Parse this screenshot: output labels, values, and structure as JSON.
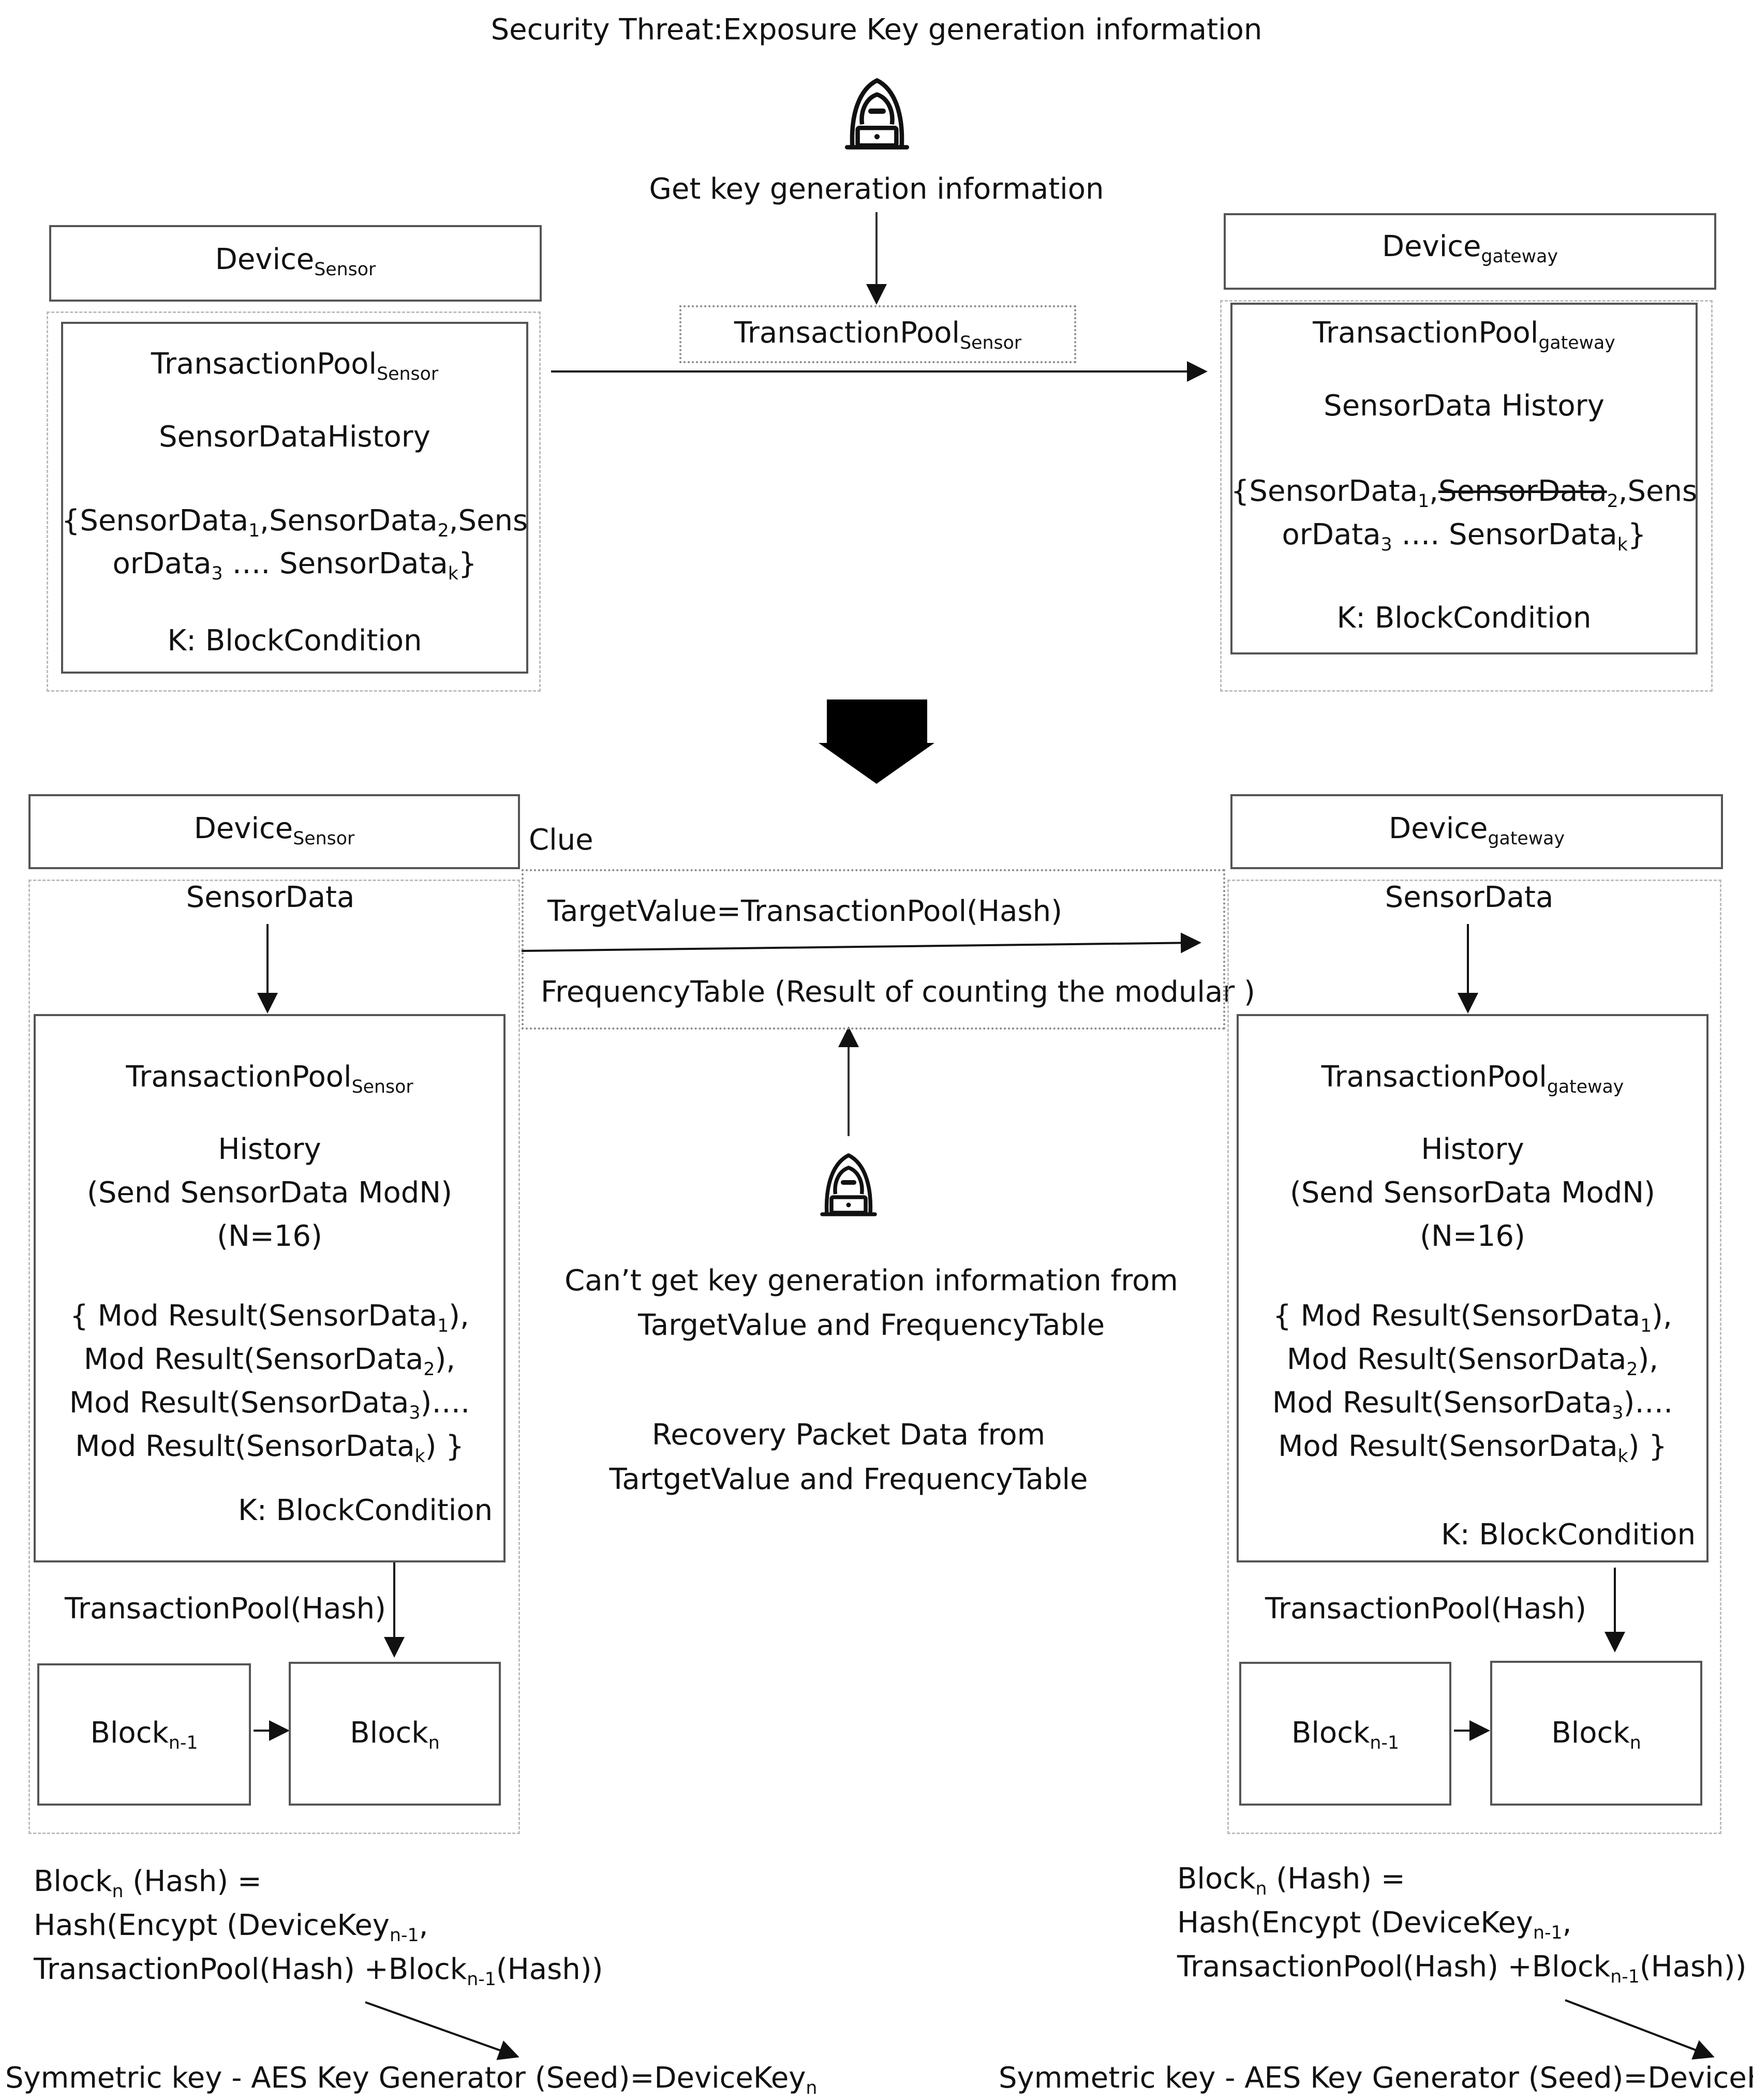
{
  "top": {
    "title": "Security Threat:Exposure Key generation information",
    "attacker_caption": "Get key generation information",
    "pool_label": {
      "main": "TransactionPool",
      "sub": "Sensor"
    }
  },
  "top_sensor": {
    "device": {
      "main": "Device",
      "sub": "Sensor"
    },
    "pool": {
      "main": "TransactionPool",
      "sub": "Sensor"
    },
    "history": "SensorDataHistory",
    "set_l1_a": "{SensorData",
    "s1": "1",
    "set_l1_b": ",SensorData",
    "s2": "2",
    "set_l1_c": ",Sens",
    "set_l2_a": "orData",
    "s3": "3",
    "set_l2_b": " …. SensorData",
    "sk": "k",
    "set_l2_c": "}",
    "condition": "K: BlockCondition"
  },
  "top_gateway": {
    "device": {
      "main": "Device",
      "sub": "gateway"
    },
    "pool": {
      "main": "TransactionPool",
      "sub": "gateway"
    },
    "history": "SensorData History",
    "set_l1_a": "{SensorData",
    "s1": "1",
    "set_l1_b": ",",
    "struck": "SensorData",
    "s2": "2",
    "set_l1_c": ",Sens",
    "set_l2_a": "orData",
    "s3": "3",
    "set_l2_b": " …. SensorData",
    "sk": "k",
    "set_l2_c": "}",
    "condition": "K: BlockCondition"
  },
  "middle": {
    "clue": "Clue",
    "target_value": "TargetValue=TransactionPool(Hash)",
    "frequency_table": "FrequencyTable (Result of counting the modular )",
    "cant_line1": "Can’t get key generation information from",
    "cant_line2": "TargetValue and FrequencyTable",
    "recovery_line1": "Recovery Packet Data from",
    "recovery_line2": "TartgetValue and FrequencyTable"
  },
  "bottom_sensor": {
    "device": {
      "main": "Device",
      "sub": "Sensor"
    },
    "sensor_data": "SensorData",
    "pool": {
      "main": "TransactionPool",
      "sub": "Sensor"
    },
    "history": "History",
    "send": "(Send SensorData ModN)",
    "n": "(N=16)",
    "mod1_a": "{  Mod Result(SensorData",
    "mod1_s": "1",
    "mod1_b": "),",
    "mod2_a": "Mod Result(SensorData",
    "mod2_s": "2",
    "mod2_b": "),",
    "mod3_a": "Mod Result(SensorData",
    "mod3_s": "3",
    "mod3_b": ")….",
    "mod4_a": "Mod Result(SensorData",
    "mod4_s": "k",
    "mod4_b": ") }",
    "condition": "K: BlockCondition",
    "tp_hash": "TransactionPool(Hash)",
    "block_prev": {
      "main": "Block",
      "sub": "n-1"
    },
    "block_n": {
      "main": "Block",
      "sub": "n"
    }
  },
  "bottom_gateway": {
    "device": {
      "main": "Device",
      "sub": "gateway"
    },
    "sensor_data": "SensorData",
    "pool": {
      "main": "TransactionPool",
      "sub": "gateway"
    },
    "history": "History",
    "send": "(Send SensorData ModN)",
    "n": "(N=16)",
    "mod1_a": "{  Mod Result(SensorData",
    "mod1_s": "1",
    "mod1_b": "),",
    "mod2_a": "Mod Result(SensorData",
    "mod2_s": "2",
    "mod2_b": "),",
    "mod3_a": "Mod Result(SensorData",
    "mod3_s": "3",
    "mod3_b": ")….",
    "mod4_a": "Mod Result(SensorData",
    "mod4_s": "k",
    "mod4_b": ") }",
    "condition": "K: BlockCondition",
    "tp_hash": "TransactionPool(Hash)",
    "block_prev": {
      "main": "Block",
      "sub": "n-1"
    },
    "block_n": {
      "main": "Block",
      "sub": "n"
    }
  },
  "formula": {
    "l1_a": "Block",
    "l1_s": "n",
    "l1_b": " (Hash) =",
    "l2_a": "Hash(Encypt (DeviceKey",
    "l2_s": "n-1",
    "l2_b": ",",
    "l3_a": "TransactionPool(Hash) +Block",
    "l3_s": "n-1",
    "l3_b": "(Hash))",
    "key_a": "Symmetric key  - AES Key Generator (Seed)=DeviceKey",
    "key_s": "n"
  },
  "icons": {
    "attacker": "hacker-icon"
  }
}
